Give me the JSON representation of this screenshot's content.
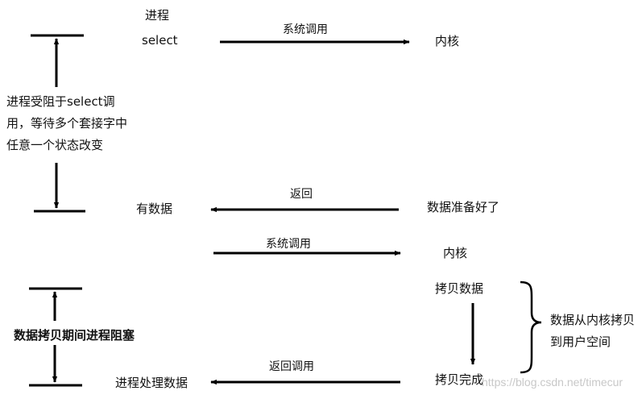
{
  "labels": {
    "process": "进程",
    "select": "select",
    "syscall_1": "系统调用",
    "kernel_1": "内核",
    "block_note": "进程受阻于select调用，等待多个套接字中任意一个状态改变",
    "has_data": "有数据",
    "return_1": "返回",
    "data_ready": "数据准备好了",
    "syscall_2": "系统调用",
    "kernel_2": "内核",
    "copy_data": "拷贝数据",
    "copy_block": "数据拷贝期间进程阻塞",
    "copy_note": "数据从内核拷贝到用户空间",
    "return_call": "返回调用",
    "process_data": "进程处理数据",
    "copy_done": "拷贝完成"
  },
  "watermark": "https://blog.csdn.net/timecur"
}
